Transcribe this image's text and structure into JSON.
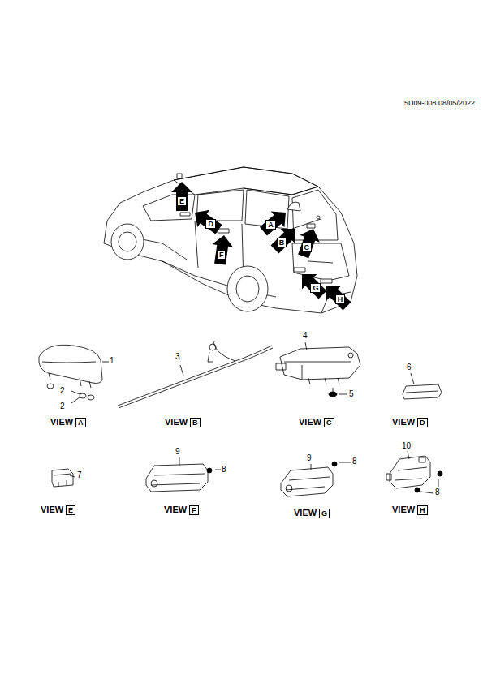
{
  "diagram": {
    "labels": [
      "5U09-008 08/05/2022",
      "E",
      "D",
      "A",
      "B",
      "C",
      "F",
      "G",
      "H",
      "1",
      "2",
      "2",
      "3",
      "4",
      "5",
      "6",
      "7",
      "9",
      "8",
      "9",
      "8",
      "10",
      "8",
      "VIEW",
      "A",
      "VIEW",
      "B",
      "VIEW",
      "C",
      "VIEW",
      "D",
      "VIEW",
      "E",
      "VIEW",
      "F",
      "VIEW",
      "G",
      "VIEW",
      "H"
    ]
  }
}
